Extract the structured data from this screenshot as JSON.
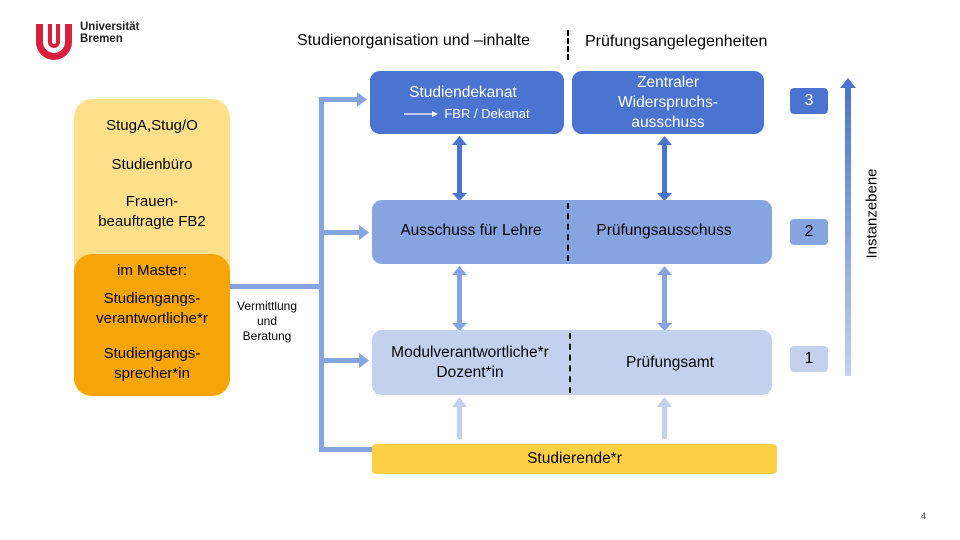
{
  "logo": {
    "name_line1": "Universität",
    "name_line2": "Bremen",
    "brand_color": "#d91f3d"
  },
  "header": {
    "left_title": "Studienorganisation und –inhalte",
    "right_title": "Prüfungsangelegenheiten"
  },
  "left_panel": {
    "items": [
      "StugA,Stug/O",
      "Studienbüro",
      "Frauen-",
      "beauftragte FB2"
    ],
    "master": {
      "label": "im Master:",
      "items": [
        "Studiengangs-",
        "verantwortliche*r",
        "Studiengangs-",
        "sprecher*in"
      ]
    }
  },
  "connector_label": [
    "Vermittlung",
    "und",
    "Beratung"
  ],
  "level3": {
    "left_title": "Studiendekanat",
    "left_sub": "FBR / Dekanat",
    "right_lines": [
      "Zentraler",
      "Widerspruchs-",
      "ausschuss"
    ]
  },
  "level2": {
    "left": "Ausschuss für Lehre",
    "right": "Prüfungsausschuss"
  },
  "level1": {
    "left_lines": [
      "Modulverantwortliche*r",
      "Dozent*in"
    ],
    "right": "Prüfungsamt"
  },
  "student": "Studierende*r",
  "levels": [
    "3",
    "2",
    "1"
  ],
  "axis_label": "Instanzebene",
  "page_number": "4",
  "colors": {
    "level3": "#4a74cf",
    "level2": "#86a4e0",
    "level1": "#c3d1ee",
    "student": "#fccf45",
    "panel_outer": "#ffe08a",
    "panel_inner": "#f5a505"
  }
}
